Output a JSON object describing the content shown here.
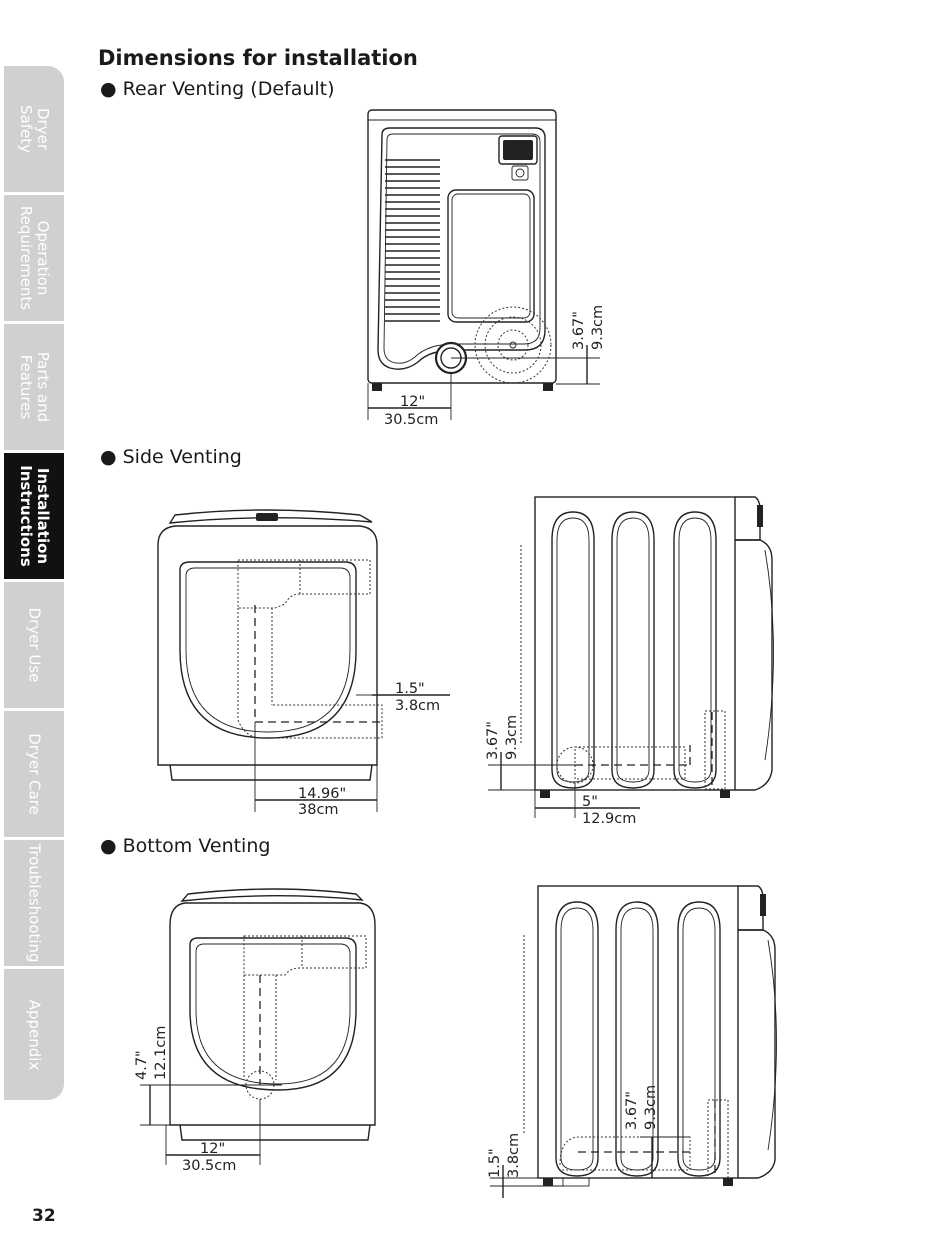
{
  "title": "Dimensions for installation",
  "page_number": "32",
  "sidebar": {
    "tabs": [
      {
        "label": "Dryer\nSafety",
        "active": false
      },
      {
        "label": "Operation\nRequirements",
        "active": false
      },
      {
        "label": "Parts and\nFeatures",
        "active": false
      },
      {
        "label": "Installation\nInstructions",
        "active": true
      },
      {
        "label": "Dryer Use",
        "active": false
      },
      {
        "label": "Dryer Care",
        "active": false
      },
      {
        "label": "Troubleshooting",
        "active": false
      },
      {
        "label": "Appendix",
        "active": false
      }
    ]
  },
  "sections": {
    "rear": {
      "heading": "Rear Venting (Default)",
      "dim_height_in": "3.67\"",
      "dim_height_cm": "9.3cm",
      "dim_width_in": "12\"",
      "dim_width_cm": "30.5cm"
    },
    "side": {
      "heading": "Side Venting",
      "dim_offset_in": "1.5\"",
      "dim_offset_cm": "3.8cm",
      "dim_width_in": "14.96\"",
      "dim_width_cm": "38cm",
      "dim_height_in": "3.67\"",
      "dim_height_cm": "9.3cm",
      "dim_depth_in": "5\"",
      "dim_depth_cm": "12.9cm"
    },
    "bottom": {
      "heading": "Bottom Venting",
      "dim_height_in": "4.7\"",
      "dim_height_cm": "12.1cm",
      "dim_width_in": "12\"",
      "dim_width_cm": "30.5cm",
      "dim_offset_in": "1.5\"",
      "dim_offset_cm": "3.8cm",
      "dim_vent_in": "3.67\"",
      "dim_vent_cm": "9.3cm"
    }
  }
}
